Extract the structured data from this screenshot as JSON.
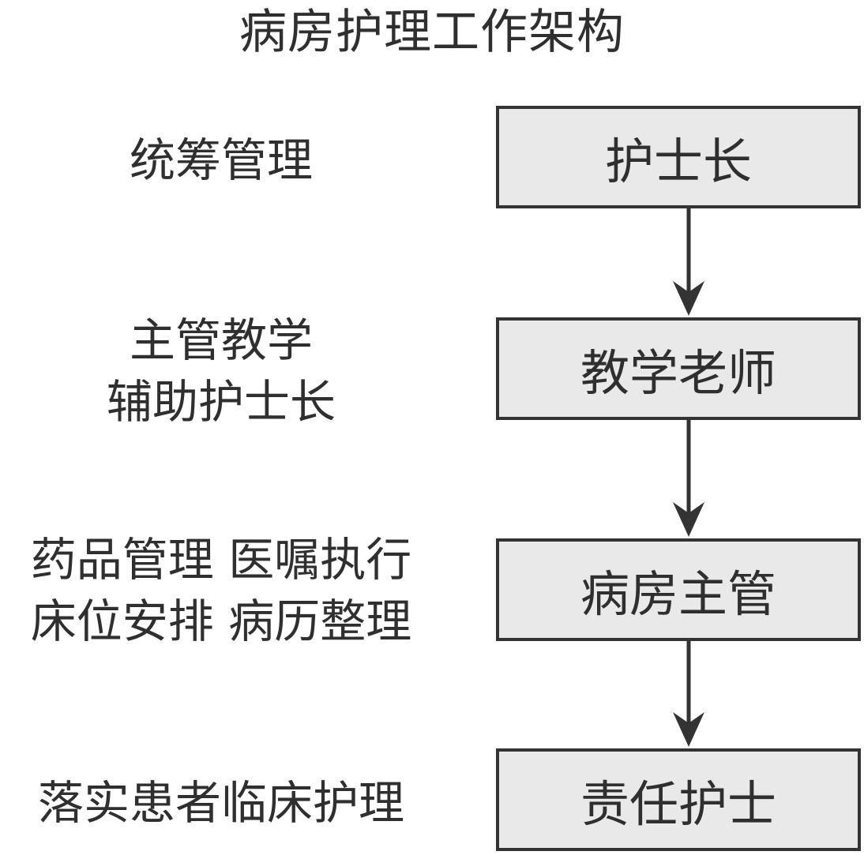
{
  "diagram": {
    "title": "病房护理工作架构",
    "levels": [
      {
        "role": "护士长",
        "duties": [
          "统筹管理"
        ]
      },
      {
        "role": "教学老师",
        "duties": [
          "主管教学",
          "辅助护士长"
        ]
      },
      {
        "role": "病房主管",
        "duties": [
          "药品管理 医嘱执行",
          "床位安排 病历整理"
        ]
      },
      {
        "role": "责任护士",
        "duties": [
          "落实患者临床护理"
        ]
      }
    ]
  },
  "colors": {
    "node_fill": "#e9e9e9",
    "node_border": "#333333",
    "text": "#2f2f2f",
    "arrow": "#333333"
  }
}
